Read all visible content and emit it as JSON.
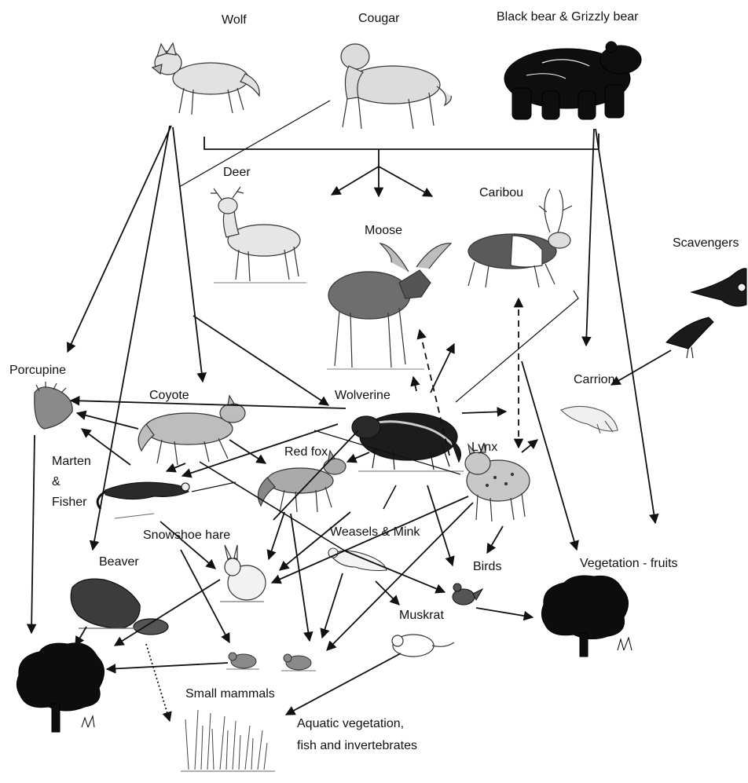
{
  "labels": {
    "wolf": "Wolf",
    "cougar": "Cougar",
    "bears": "Black bear & Grizzly bear",
    "deer": "Deer",
    "caribou": "Caribou",
    "moose": "Moose",
    "scavengers": "Scavengers",
    "porcupine": "Porcupine",
    "coyote": "Coyote",
    "wolverine": "Wolverine",
    "carrion": "Carrion",
    "marten_1": "Marten",
    "marten_2": "&",
    "marten_3": "Fisher",
    "red_fox": "Red fox",
    "lynx": "Lynx",
    "snowshoe_hare": "Snowshoe hare",
    "weasels_mink": "Weasels & Mink",
    "beaver": "Beaver",
    "birds": "Birds",
    "vegetation_fruits": "Vegetation - fruits",
    "muskrat": "Muskrat",
    "small_mammals": "Small mammals",
    "aquatic_1": "Aquatic vegetation,",
    "aquatic_2": "fish and invertebrates"
  },
  "colors": {
    "ink": "#111111",
    "fur_light": "#d9d9d9",
    "fur_mid": "#9a9a9a",
    "fur_dark": "#3a3a3a",
    "tree": "#0d0d0d"
  }
}
